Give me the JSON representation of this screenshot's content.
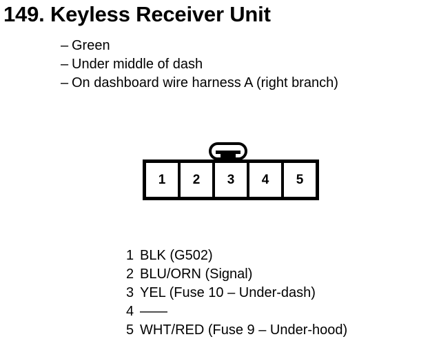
{
  "page": {
    "title": "149. Keyless Receiver Unit",
    "background_color": "#ffffff",
    "ink_color": "#000000"
  },
  "bullets": [
    {
      "dash": "–",
      "text": "Green"
    },
    {
      "dash": "–",
      "text": "Under middle of dash"
    },
    {
      "dash": "–",
      "text": "On dashboard wire harness A (right branch)"
    }
  ],
  "connector": {
    "name": "5-pin connector",
    "latch_tab": "latch-tab",
    "cells": [
      {
        "label": "1"
      },
      {
        "label": "2"
      },
      {
        "label": "3"
      },
      {
        "label": "4"
      },
      {
        "label": "5"
      }
    ]
  },
  "pin_legend": [
    {
      "number": "1",
      "description": "BLK (G502)"
    },
    {
      "number": "2",
      "description": "BLU/ORN (Signal)"
    },
    {
      "number": "3",
      "description": "YEL (Fuse 10 – Under-dash)"
    },
    {
      "number": "4",
      "description": "——"
    },
    {
      "number": "5",
      "description": "WHT/RED (Fuse 9 – Under-hood)"
    }
  ]
}
